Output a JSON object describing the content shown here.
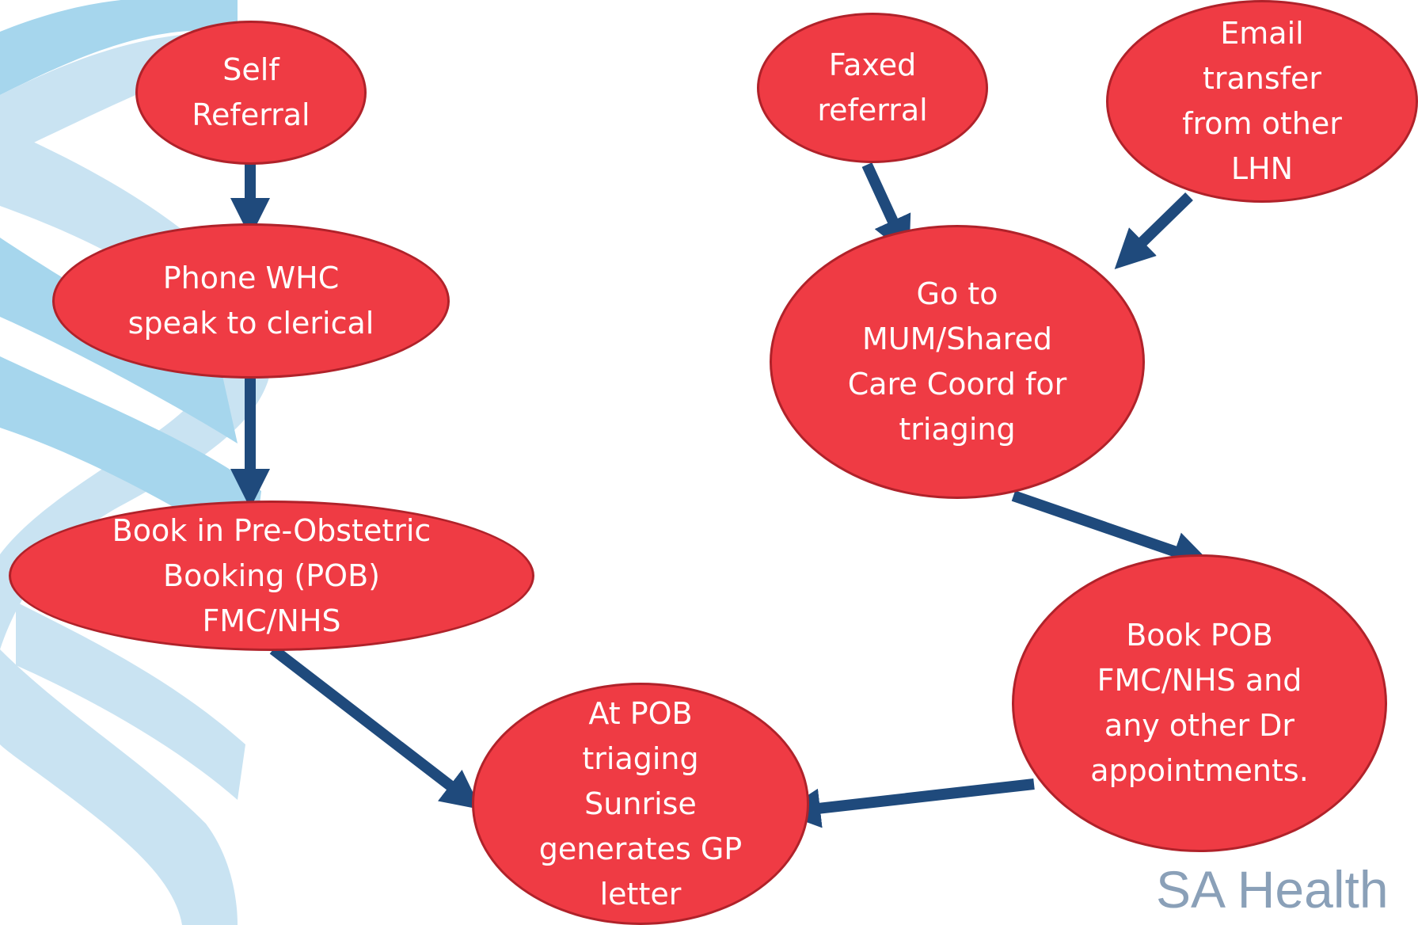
{
  "diagram": {
    "nodes": [
      {
        "id": "self-referral",
        "label": "Self\nReferral"
      },
      {
        "id": "phone-whc",
        "label": "Phone WHC\nspeak to clerical"
      },
      {
        "id": "book-pob",
        "label": "Book in Pre-Obstetric\nBooking (POB)\nFMC/NHS"
      },
      {
        "id": "faxed-referral",
        "label": "Faxed\nreferral"
      },
      {
        "id": "email-transfer",
        "label": "Email\ntransfer\nfrom other\nLHN"
      },
      {
        "id": "go-to-mum",
        "label": "Go to\nMUM/Shared\nCare Coord for\ntriaging"
      },
      {
        "id": "book-pob-fmc",
        "label": "Book POB\nFMC/NHS and\nany other Dr\nappointments."
      },
      {
        "id": "at-pob",
        "label": "At POB\ntriaging\nSunrise\ngenerates GP\nletter"
      }
    ],
    "edges": [
      {
        "from": "self-referral",
        "to": "phone-whc"
      },
      {
        "from": "phone-whc",
        "to": "book-pob"
      },
      {
        "from": "book-pob",
        "to": "at-pob"
      },
      {
        "from": "faxed-referral",
        "to": "go-to-mum"
      },
      {
        "from": "email-transfer",
        "to": "go-to-mum"
      },
      {
        "from": "go-to-mum",
        "to": "book-pob-fmc"
      },
      {
        "from": "book-pob-fmc",
        "to": "at-pob"
      }
    ]
  },
  "logo_text": "SA Health",
  "colors": {
    "node_fill": "#ef3b44",
    "node_border": "#b0222a",
    "arrow": "#1f4a7c",
    "ribbon_light": "#c9e3f2",
    "ribbon_dark": "#a6d6ed",
    "logo": "#8aa0b8"
  }
}
